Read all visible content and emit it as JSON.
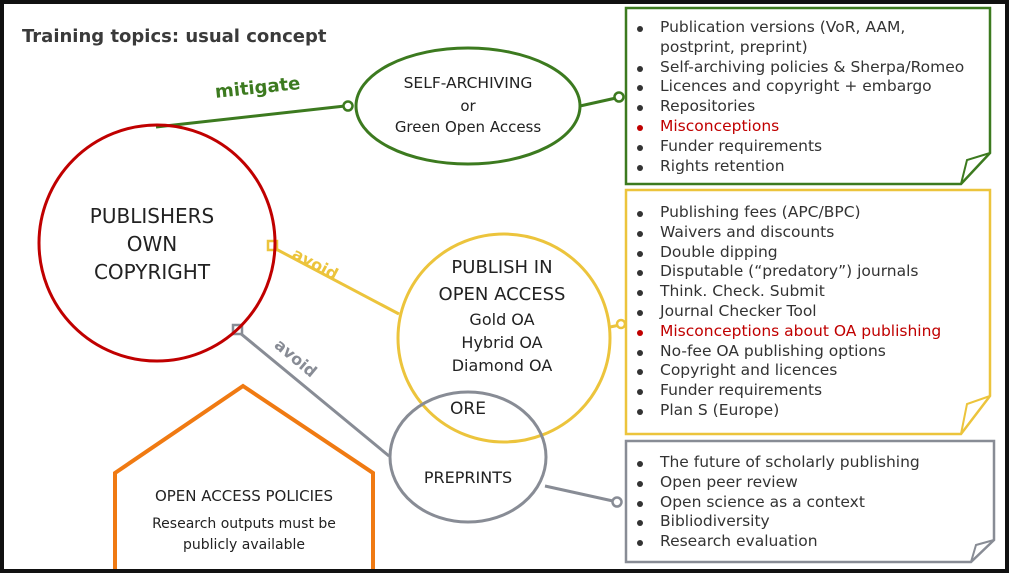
{
  "title": "Training topics: usual concept",
  "colors": {
    "red": "#c00000",
    "green": "#3c7a1f",
    "yellow": "#ecc43c",
    "gray": "#888c95",
    "orange": "#f07a12",
    "highlight": "#c00000"
  },
  "nodes": {
    "publishers": {
      "lines": [
        "PUBLISHERS",
        "OWN",
        "COPYRIGHT"
      ]
    },
    "self_archiving": {
      "lines": [
        "SELF-ARCHIVING",
        "or",
        "Green Open Access"
      ]
    },
    "publish_oa": {
      "lines": [
        "PUBLISH IN",
        "OPEN ACCESS"
      ],
      "sub": [
        "Gold OA",
        "Hybrid OA",
        "Diamond OA"
      ]
    },
    "more": {
      "label": "ORE"
    },
    "preprints": {
      "label": "PREPRINTS"
    },
    "policies": {
      "title": "OPEN ACCESS POLICIES",
      "text": [
        "Research outputs must be",
        "publicly available"
      ]
    }
  },
  "edges": {
    "mitigate": "mitigate",
    "avoid_oa": "avoid",
    "avoid_preprints": "avoid"
  },
  "boxes": {
    "self_archiving": {
      "items": [
        "Publication versions (VoR, AAM, postprint, preprint)",
        "Self-archiving policies & Sherpa/Romeo",
        "Licences and copyright + embargo",
        "Repositories",
        "Misconceptions",
        "Funder requirements",
        "Rights retention"
      ],
      "highlight_index": 4
    },
    "publish_oa": {
      "items": [
        "Publishing fees (APC/BPC)",
        "Waivers and discounts",
        "Double dipping",
        "Disputable (“predatory”) journals",
        "Think. Check. Submit",
        "Journal Checker Tool",
        "Misconceptions about OA publishing",
        "No-fee OA publishing options",
        "Copyright and licences",
        "Funder requirements",
        "Plan S (Europe)"
      ],
      "highlight_index": 6
    },
    "preprints": {
      "items": [
        "The future of scholarly publishing",
        "Open peer review",
        "Open science as a context",
        "Bibliodiversity",
        "Research evaluation"
      ]
    }
  }
}
